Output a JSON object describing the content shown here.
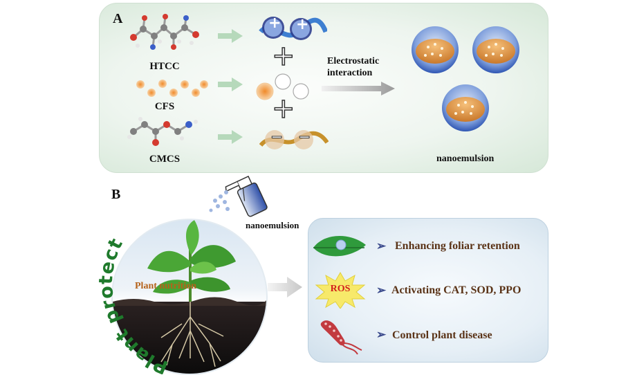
{
  "panel_a": {
    "letter": "A",
    "molecules": [
      {
        "label": "HTCC"
      },
      {
        "label": "CFS"
      },
      {
        "label": "CMCS"
      }
    ],
    "plus_symbol": "+",
    "charge_plus": "+",
    "charge_minus": "−",
    "process_label": "Electrostatic\ninteraction",
    "product_label": "nanoemulsion"
  },
  "panel_b": {
    "letter": "B",
    "spray_label": "nanoemulsion",
    "circle_title": "Plant protection",
    "nutrition_label": "Plant nutrition",
    "ros_label": "ROS",
    "effects": [
      {
        "chevron": "➢",
        "label": "Enhancing foliar retention"
      },
      {
        "chevron": "➢",
        "label": "Activating CAT, SOD, PPO"
      },
      {
        "chevron": "➢",
        "label": "Control plant disease"
      }
    ]
  },
  "colors": {
    "panel_a_bg": "#e8f2e9",
    "panel_b_box": "#e6eff6",
    "title_green": "#1f7a2c",
    "effect_text": "#5a3317",
    "nutrition_text": "#b5621a",
    "ros_star": "#f7e96a",
    "ros_text": "#d3201c",
    "leaf_green": "#3fa33a",
    "droplet_orange": "#f0a24a",
    "sphere_blue": "#3d68c4"
  }
}
